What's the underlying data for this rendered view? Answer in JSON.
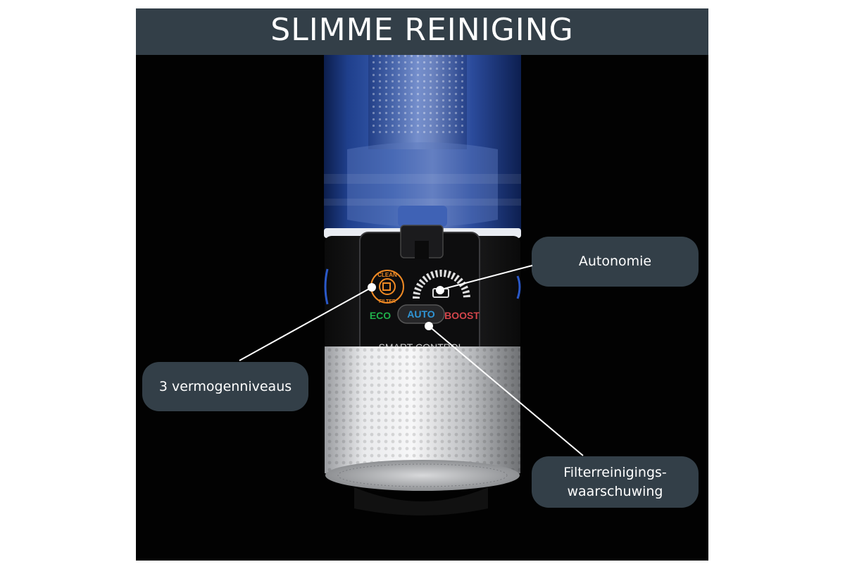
{
  "header": {
    "title": "SLIMME REINIGING"
  },
  "device": {
    "panel_labels": {
      "clean": "CLEAN",
      "filter": "FILTER",
      "eco": "ECO",
      "auto": "AUTO",
      "boost": "BOOST",
      "smart_control": "SMART CONTROL"
    }
  },
  "callouts": {
    "autonomy": "Autonomie",
    "power_levels": "3 vermogenniveaus",
    "filter_warning_line1": "Filterreinigings-",
    "filter_warning_line2": "waarschuwing"
  },
  "colors": {
    "title_bar": "#333f48",
    "callout_bg": "#333f48",
    "eco": "#1fb04a",
    "auto": "#2f95d6",
    "boost": "#d2454b",
    "clean_filter": "#f08a24"
  }
}
